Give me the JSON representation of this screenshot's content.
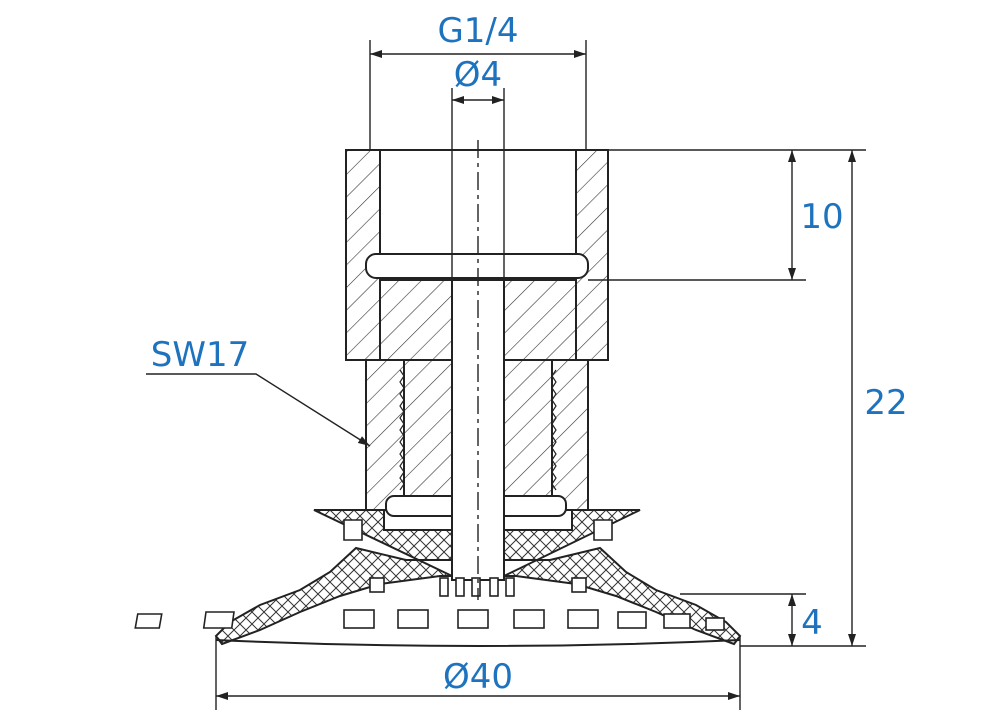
{
  "colors": {
    "dimension_text": "#1e73be",
    "outline": "#222222",
    "hatch": "#333333",
    "background": "#ffffff"
  },
  "dimensions": {
    "thread": "G1/4",
    "bore_diameter": "Ø4",
    "thread_depth": "10",
    "total_height": "22",
    "lip_height": "4",
    "cup_diameter": "Ø40"
  },
  "labels": {
    "wrench_size": "SW17"
  }
}
